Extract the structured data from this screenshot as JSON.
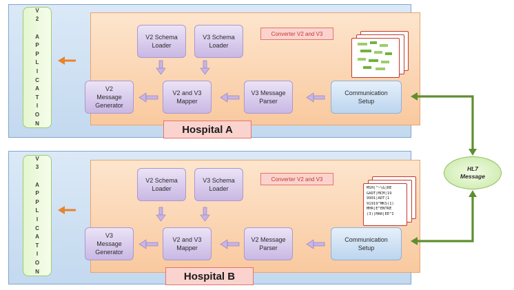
{
  "hospital_a": {
    "name": "Hospital A",
    "application": "V\n2\n\nA\nP\nP\nL\nI\nC\nA\nT\nI\nO\nN",
    "converter": "Converter V2 and V3",
    "schema_loader_v2": "V2 Schema\nLoader",
    "schema_loader_v3": "V3 Schema\nLoader",
    "generator": "V2\nMessage\nGenerator",
    "mapper": "V2 and V3\nMapper",
    "parser": "V3 Message\nParser",
    "communication": "Communication\nSetup"
  },
  "hospital_b": {
    "name": "Hospital B",
    "application": "V\n3\n\nA\nP\nP\nL\nI\nC\nA\nT\nI\nO\nN",
    "converter": "Converter V2 and V3",
    "schema_loader_v2": "V2 Schema\nLoader",
    "schema_loader_v3": "V3 Schema\nLoader",
    "generator": "V3\nMessage\nGenerator",
    "mapper": "V2 and V3\nMapper",
    "parser": "V2 Message\nParser",
    "communication": "Communication\nSetup",
    "message_text": "MSH|^~\\&|RE\nGADT|MCM|19\n9901|ADT|1\n91919^MKS(1)\nMHR|E^ENTRE\n(3)|MAR|EE^I"
  },
  "hl7": {
    "label": "HL7\nMessage"
  },
  "colors": {
    "arrow_lavender": "#c6b5e6",
    "arrow_orange": "#e8832a",
    "connector_green": "#5e8f2f"
  }
}
